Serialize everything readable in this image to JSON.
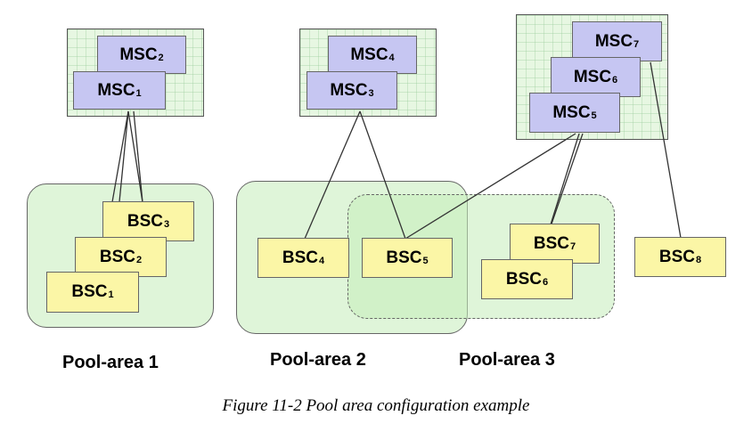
{
  "nodes": {
    "msc1": {
      "name": "MSC",
      "sub": "1"
    },
    "msc2": {
      "name": "MSC",
      "sub": "2"
    },
    "msc3": {
      "name": "MSC",
      "sub": "3"
    },
    "msc4": {
      "name": "MSC",
      "sub": "4"
    },
    "msc5": {
      "name": "MSC",
      "sub": "5"
    },
    "msc6": {
      "name": "MSC",
      "sub": "6"
    },
    "msc7": {
      "name": "MSC",
      "sub": "7"
    },
    "bsc1": {
      "name": "BSC",
      "sub": "1"
    },
    "bsc2": {
      "name": "BSC",
      "sub": "2"
    },
    "bsc3": {
      "name": "BSC",
      "sub": "3"
    },
    "bsc4": {
      "name": "BSC",
      "sub": "4"
    },
    "bsc5": {
      "name": "BSC",
      "sub": "5"
    },
    "bsc6": {
      "name": "BSC",
      "sub": "6"
    },
    "bsc7": {
      "name": "BSC",
      "sub": "7"
    },
    "bsc8": {
      "name": "BSC",
      "sub": "8"
    }
  },
  "pools": {
    "pool1": "Pool-area 1",
    "pool2": "Pool-area 2",
    "pool3": "Pool-area 3"
  },
  "connections": [
    [
      "msc1",
      "bsc1"
    ],
    [
      "msc1",
      "bsc2"
    ],
    [
      "msc1",
      "bsc3"
    ],
    [
      "msc2",
      "bsc3"
    ],
    [
      "msc3",
      "bsc4"
    ],
    [
      "msc3",
      "bsc5"
    ],
    [
      "msc5",
      "bsc5"
    ],
    [
      "msc5",
      "bsc6"
    ],
    [
      "msc5",
      "bsc7"
    ],
    [
      "msc7",
      "bsc8"
    ]
  ],
  "caption": "Figure 11-2 Pool area configuration example",
  "colors": {
    "msc_fill": "#c6c6f2",
    "bsc_fill": "#fbf6a6",
    "pool_fill": "#c4ecba",
    "line": "#333333"
  }
}
